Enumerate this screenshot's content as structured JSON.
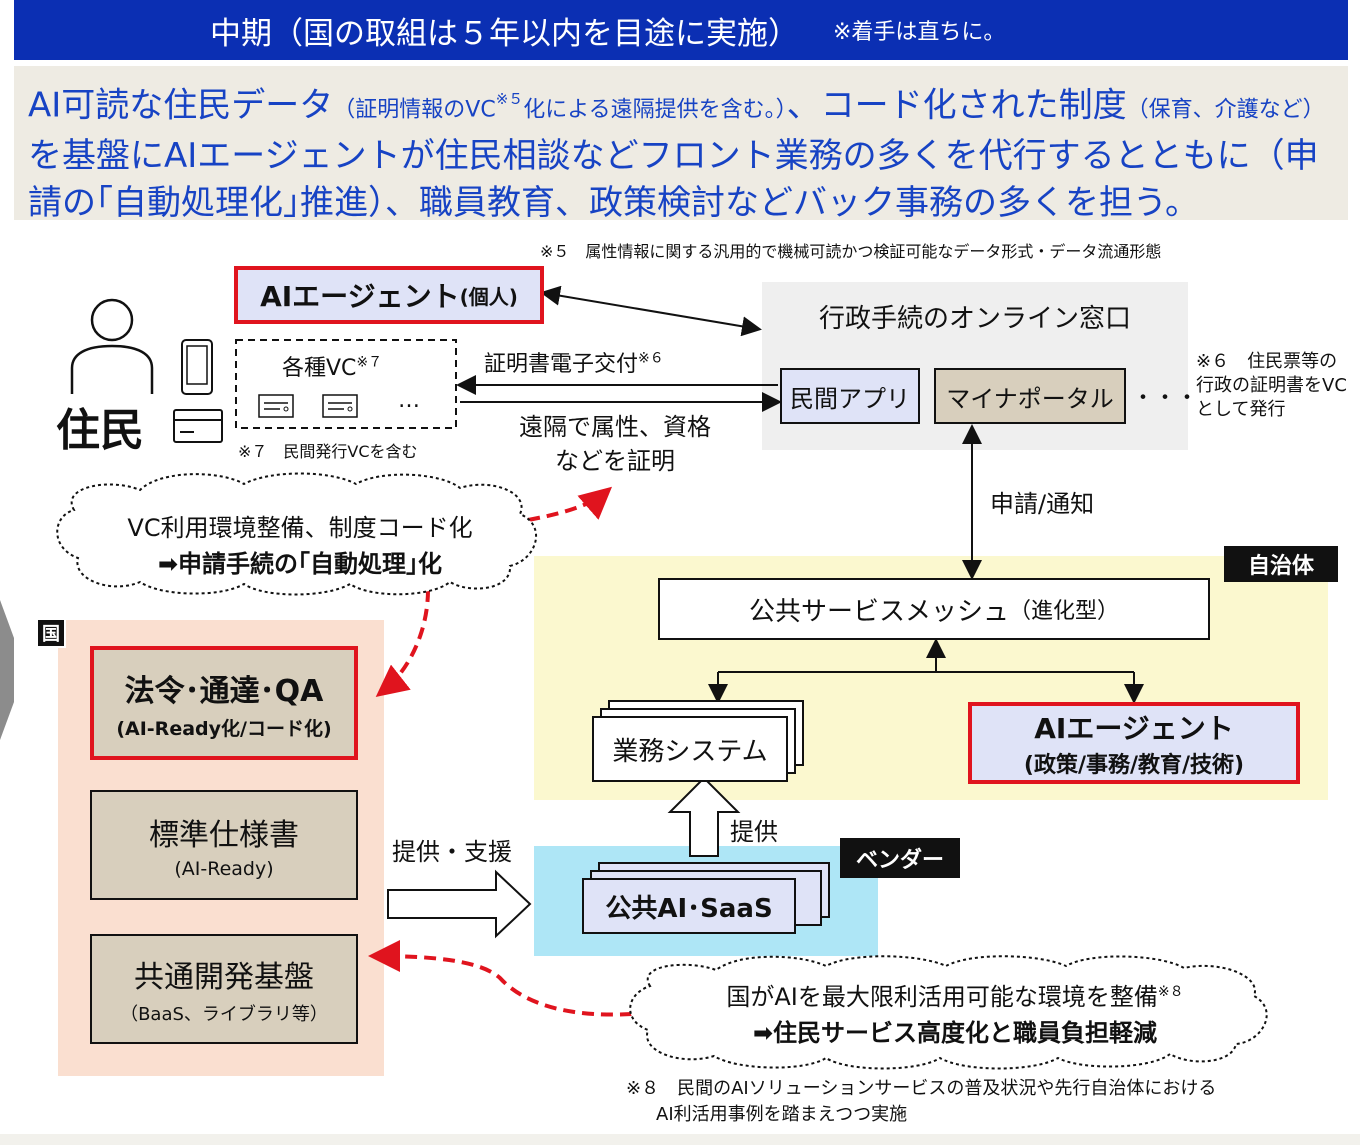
{
  "header": {
    "title": "中期（国の取組は５年以内を目途に実施）",
    "subtitle": "※着手は直ちに。"
  },
  "intro": {
    "p1": "AI可読な住民データ",
    "p1_small": "（証明情報のVC",
    "p1_sup": "※５",
    "p1_small2": "化による遠隔提供を含む。）",
    "p2": "、コード化された制度",
    "p2_small": "（保育、介護など）",
    "p3": "を基盤にAIエージェントが住民相談などフロント業務の多くを代行するとともに（申請の｢自動処理化｣推進）、職員教育、政策検討などバック事務の多くを担う。"
  },
  "footnotes": {
    "n5": "※５　属性情報に関する汎用的で機械可読かつ検証可能なデータ形式・データ流通形態",
    "n6": "※６　住民票等の行政の証明書をVCとして発行",
    "n7": "※７　民間発行VCを含む",
    "n8_line1": "※８　民間のAIソリューションサービスの普及状況や先行自治体における",
    "n8_line2": "AI利活用事例を踏まえつつ実施"
  },
  "resident": {
    "label": "住民",
    "ai_agent": "AIエージェント",
    "ai_agent_small": "(個人)",
    "vc": "各種VC",
    "vc_sup": "※７",
    "ellipsis": "…"
  },
  "online": {
    "title": "行政手続のオンライン窓口",
    "private_app": "民間アプリ",
    "mynaportal": "マイナポータル",
    "dots": "・・・"
  },
  "arrows": {
    "cert_issue": "証明書電子交付",
    "cert_issue_sup": "※６",
    "remote_line1": "遠隔で属性、資格",
    "remote_line2": "などを証明",
    "apply": "申請/通知",
    "provide": "提供",
    "provide_support": "提供・支援"
  },
  "cloud1": {
    "line1": "VC利用環境整備、制度コード化",
    "line2": "➡申請手続の｢自動処理｣化"
  },
  "cloud2": {
    "line1": "国がAIを最大限利活用可能な環境を整備",
    "line1_sup": "※８",
    "line2": "➡住民サービス高度化と職員負担軽減"
  },
  "country": {
    "tag": "国",
    "law_title": "法令･通達･QA",
    "law_sub": "(AI-Ready化/コード化)",
    "spec_title": "標準仕様書",
    "spec_sub": "(AI-Ready)",
    "platform_title": "共通開発基盤",
    "platform_sub": "（BaaS、ライブラリ等）"
  },
  "municipality": {
    "tag": "自治体",
    "mesh": "公共サービスメッシュ",
    "mesh_small": "（進化型）",
    "business_system": "業務システム",
    "ai_agent": "AIエージェント",
    "ai_agent_sub": "(政策/事務/教育/技術)"
  },
  "vendor": {
    "tag": "ベンダー",
    "saas": "公共AI･SaaS"
  },
  "colors": {
    "header_bg": "#0b2fb3",
    "intro_text": "#1743c4",
    "intro_bg": "#eeebe3",
    "red": "#e0141e",
    "country_bg": "#fadfd0",
    "municipality_bg": "#fbf8cf",
    "vendor_bg": "#aee6f6",
    "online_bg": "#efefef"
  }
}
